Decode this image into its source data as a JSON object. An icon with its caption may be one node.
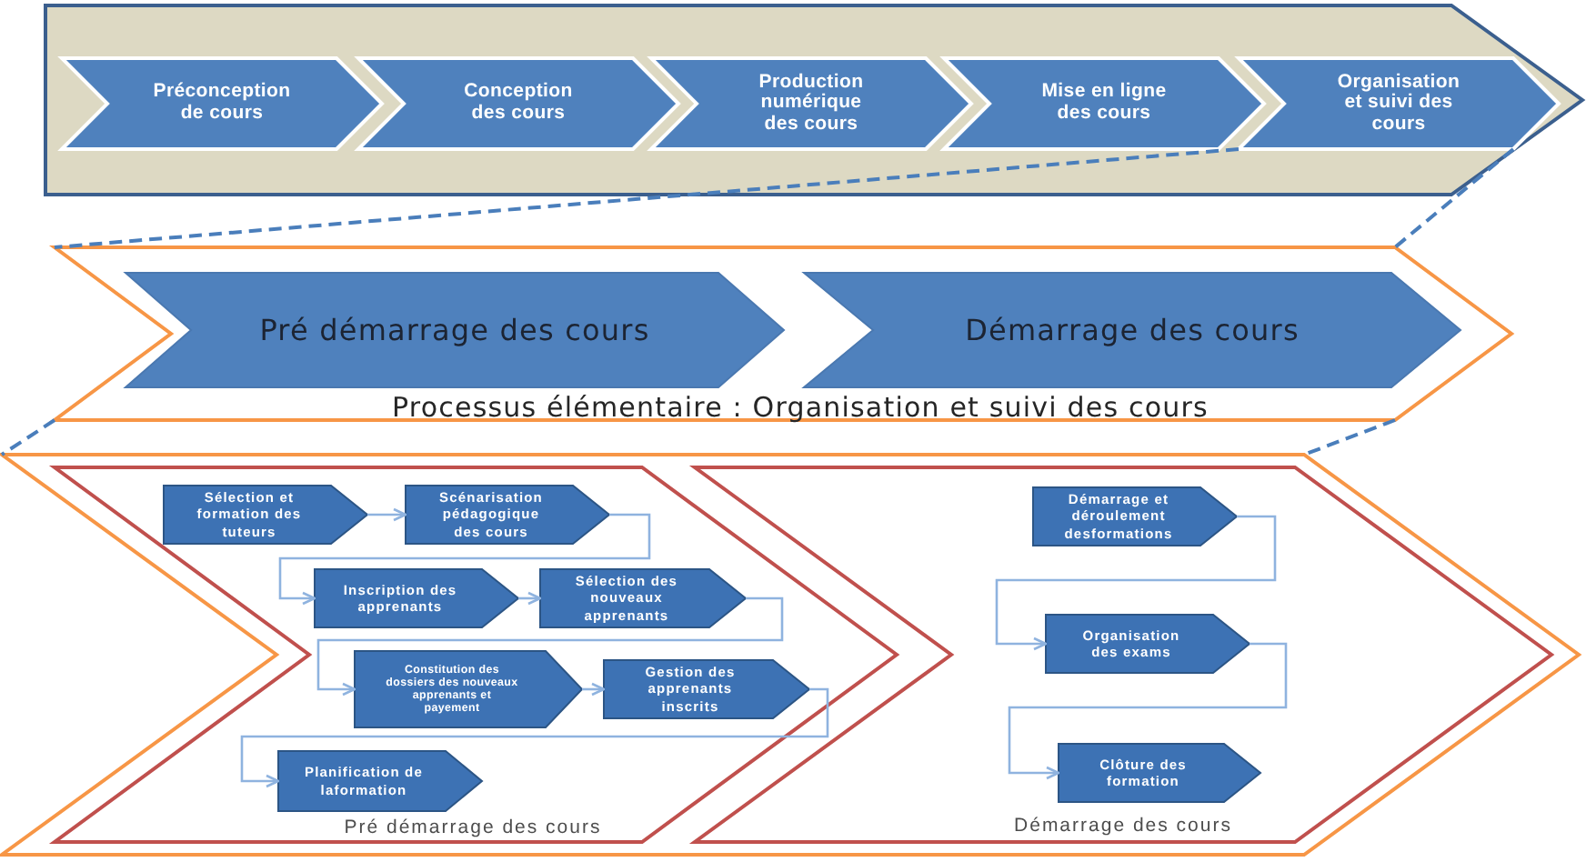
{
  "diagram": {
    "nodes": [
      {
        "text": [],
        "shape": "arrow"
      },
      {
        "text": [
          "Préconception de cours"
        ],
        "in": 0
      },
      {
        "text": [
          "Conception des cours"
        ],
        "in": 0
      },
      {
        "text": [
          "Production numérique des cours"
        ],
        "in": 0
      },
      {
        "text": [
          "Mise en ligne des cours"
        ],
        "in": 0
      },
      {
        "text": [
          "Organisation et suivi des cours"
        ],
        "in": 0
      },
      {
        "text": [
          "Processus élémentaire : Organisation et suivi des cours"
        ]
      },
      {
        "text": [
          "Pré démarrage des cours"
        ],
        "in": 6
      },
      {
        "text": [
          "Démarrage des cours"
        ],
        "in": 6
      },
      {
        "text": [],
        "shape": "chevron"
      },
      {
        "text": [
          "Pré démarrage des cours"
        ],
        "in": 9
      },
      {
        "text": [
          "Sélection et formation des tuteurs"
        ],
        "in": 10
      },
      {
        "text": [
          "Scénarisation pédagogique des cours"
        ],
        "in": 10
      },
      {
        "text": [
          "Inscription des apprenants"
        ],
        "in": 10
      },
      {
        "text": [
          "Sélection des nouveaux apprenants"
        ],
        "in": 10
      },
      {
        "text": [
          "Constitution des dossiers des nouveaux apprenants et payement"
        ],
        "in": 10
      },
      {
        "text": [
          "Gestion des apprenants inscrits"
        ],
        "in": 10
      },
      {
        "text": [
          "Planification de laformation"
        ],
        "in": 10
      },
      {
        "text": [
          "Démarrage des cours"
        ],
        "in": 9
      },
      {
        "text": [
          "Démarrage et déroulement desformations"
        ],
        "in": 18
      },
      {
        "text": [
          "Organisation des exams"
        ],
        "in": 18
      },
      {
        "text": [
          "Clôture des formation"
        ],
        "in": 18
      }
    ],
    "edges": [
      {
        "from": 5,
        "to": 6,
        "arrow": "none",
        "style": "dashed",
        "color": "#4a7ebb"
      },
      {
        "from": 5,
        "to": 6,
        "arrow": "none",
        "style": "dashed",
        "color": "#4a7ebb"
      },
      {
        "from": 6,
        "to": 9,
        "arrow": "none",
        "style": "dashed",
        "color": "#4a7ebb"
      },
      {
        "from": 6,
        "to": 9,
        "arrow": "none",
        "style": "dashed",
        "color": "#4a7ebb"
      },
      {
        "from": 11,
        "to": 12,
        "arrow": "to"
      },
      {
        "from": 12,
        "to": 13,
        "arrow": "to"
      },
      {
        "from": 13,
        "to": 14,
        "arrow": "to"
      },
      {
        "from": 14,
        "to": 15,
        "arrow": "to"
      },
      {
        "from": 15,
        "to": 16,
        "arrow": "to"
      },
      {
        "from": 16,
        "to": 17,
        "arrow": "to"
      },
      {
        "from": 19,
        "to": 20,
        "arrow": "to"
      },
      {
        "from": 20,
        "to": 21,
        "arrow": "to"
      }
    ]
  }
}
